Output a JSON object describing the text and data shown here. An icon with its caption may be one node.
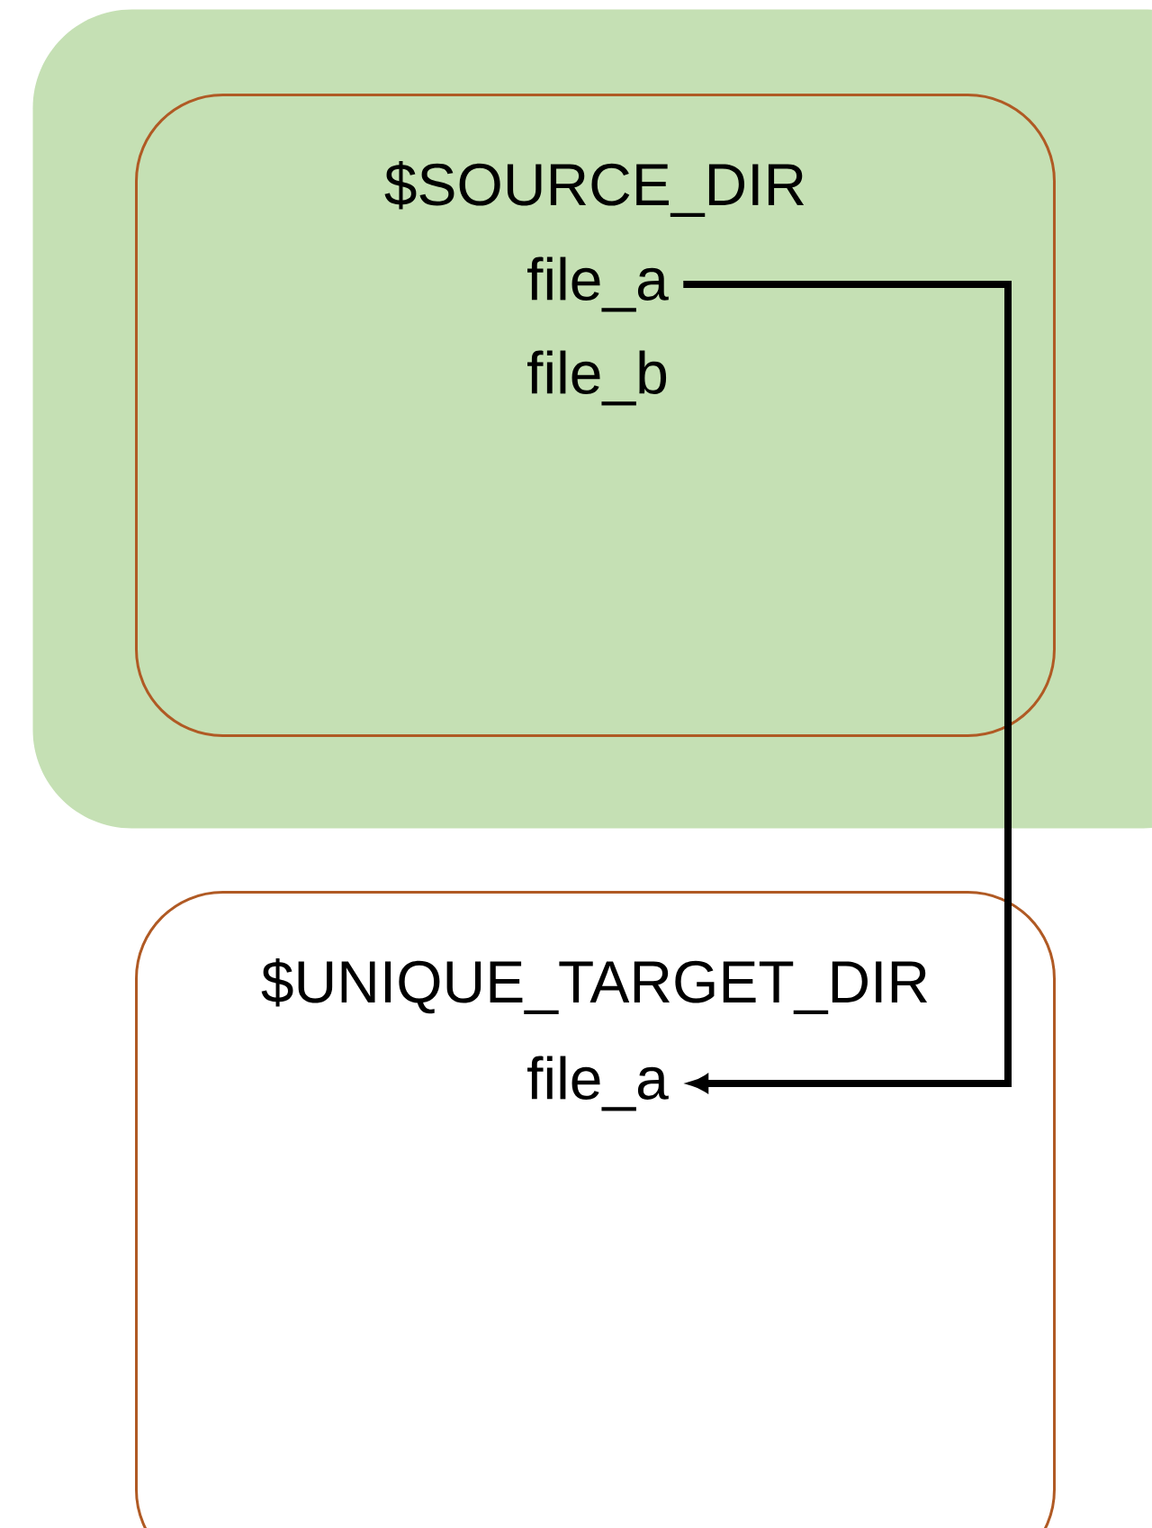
{
  "diagram": {
    "nodes": [
      {
        "text": [],
        "shape": "box"
      },
      {
        "text": [
          "$SOURCE_DIR"
        ],
        "in": 0
      },
      {
        "text": [
          "file_a"
        ],
        "in": 1
      },
      {
        "text": [
          "file_b"
        ],
        "in": 1
      },
      {
        "text": [
          "$UNIQUE_TARGET_DIR"
        ]
      },
      {
        "text": [
          "file_a"
        ],
        "in": 4
      }
    ],
    "edges": [
      {
        "from": 2,
        "to": 5,
        "arrow": "to"
      }
    ]
  }
}
